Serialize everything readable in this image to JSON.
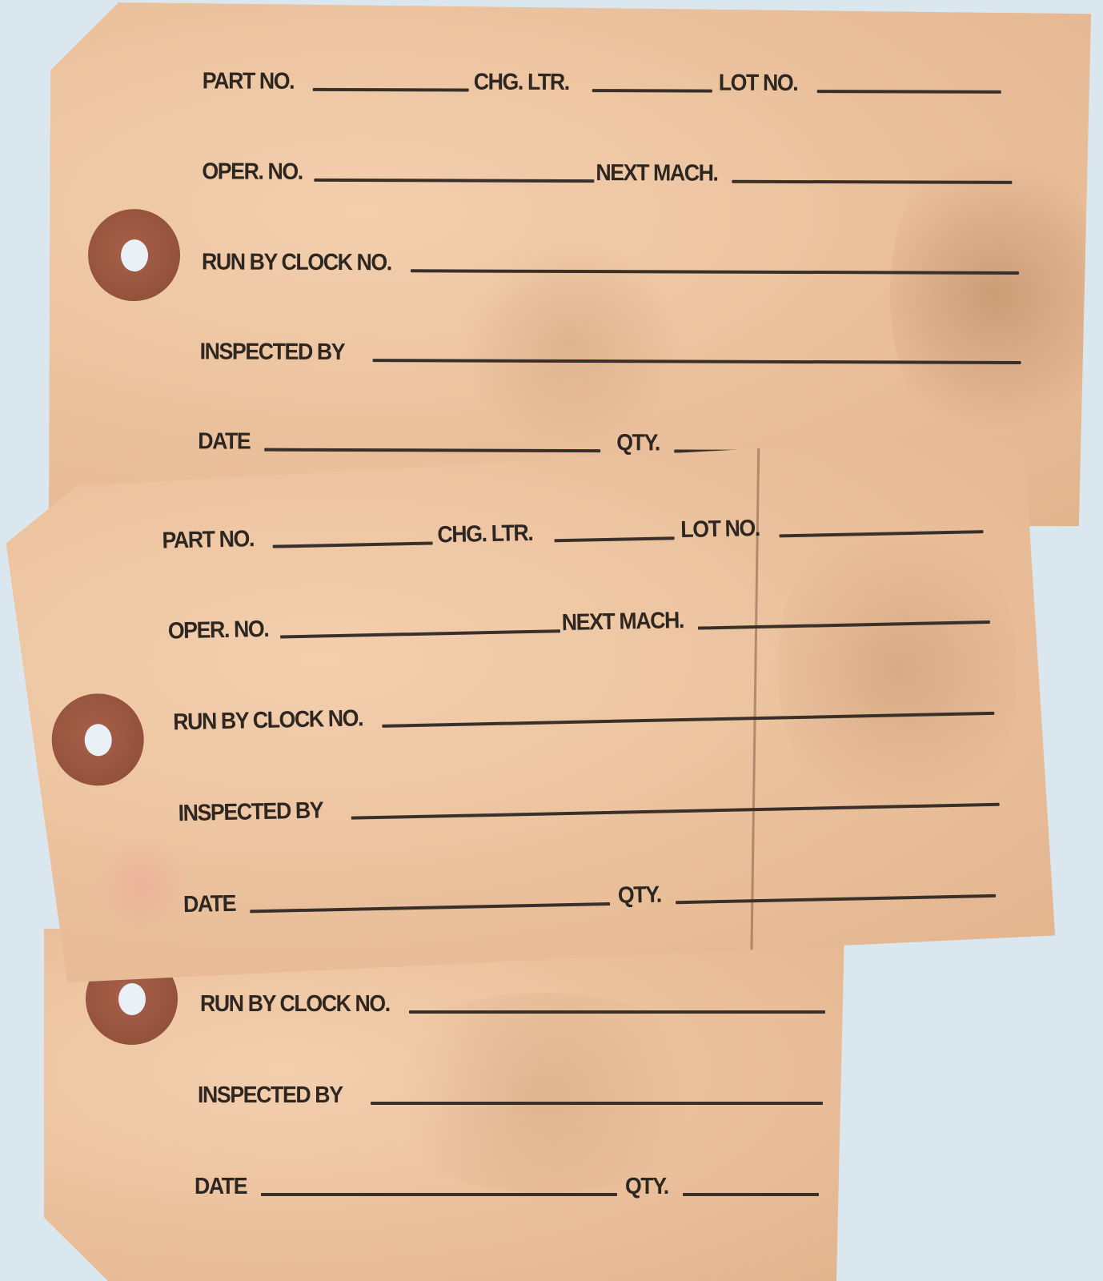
{
  "scene": "Three vintage manila shipping/inventory tags with brown reinforced grommet holes, overlapping on a light blue background",
  "colors": {
    "background": "#dbe7ef",
    "tag_paper": "#ecc39f",
    "grommet": "#93523c",
    "ink": "#2d2621"
  },
  "tags": [
    {
      "fields": {
        "part_no": "PART NO.",
        "chg_ltr": "CHG. LTR.",
        "lot_no": "LOT NO.",
        "oper_no": "OPER. NO.",
        "next_mach": "NEXT MACH.",
        "run_by": "RUN BY CLOCK NO.",
        "inspected_by": "INSPECTED BY",
        "date": "DATE",
        "qty": "QTY."
      }
    },
    {
      "fields": {
        "part_no": "PART NO.",
        "chg_ltr": "CHG. LTR.",
        "lot_no": "LOT NO.",
        "oper_no": "OPER. NO.",
        "next_mach": "NEXT MACH.",
        "run_by": "RUN BY CLOCK NO.",
        "inspected_by": "INSPECTED BY",
        "date": "DATE",
        "qty": "QTY."
      }
    },
    {
      "fields": {
        "run_by": "RUN BY CLOCK NO.",
        "inspected_by": "INSPECTED BY",
        "date": "DATE",
        "qty": "QTY."
      }
    }
  ]
}
